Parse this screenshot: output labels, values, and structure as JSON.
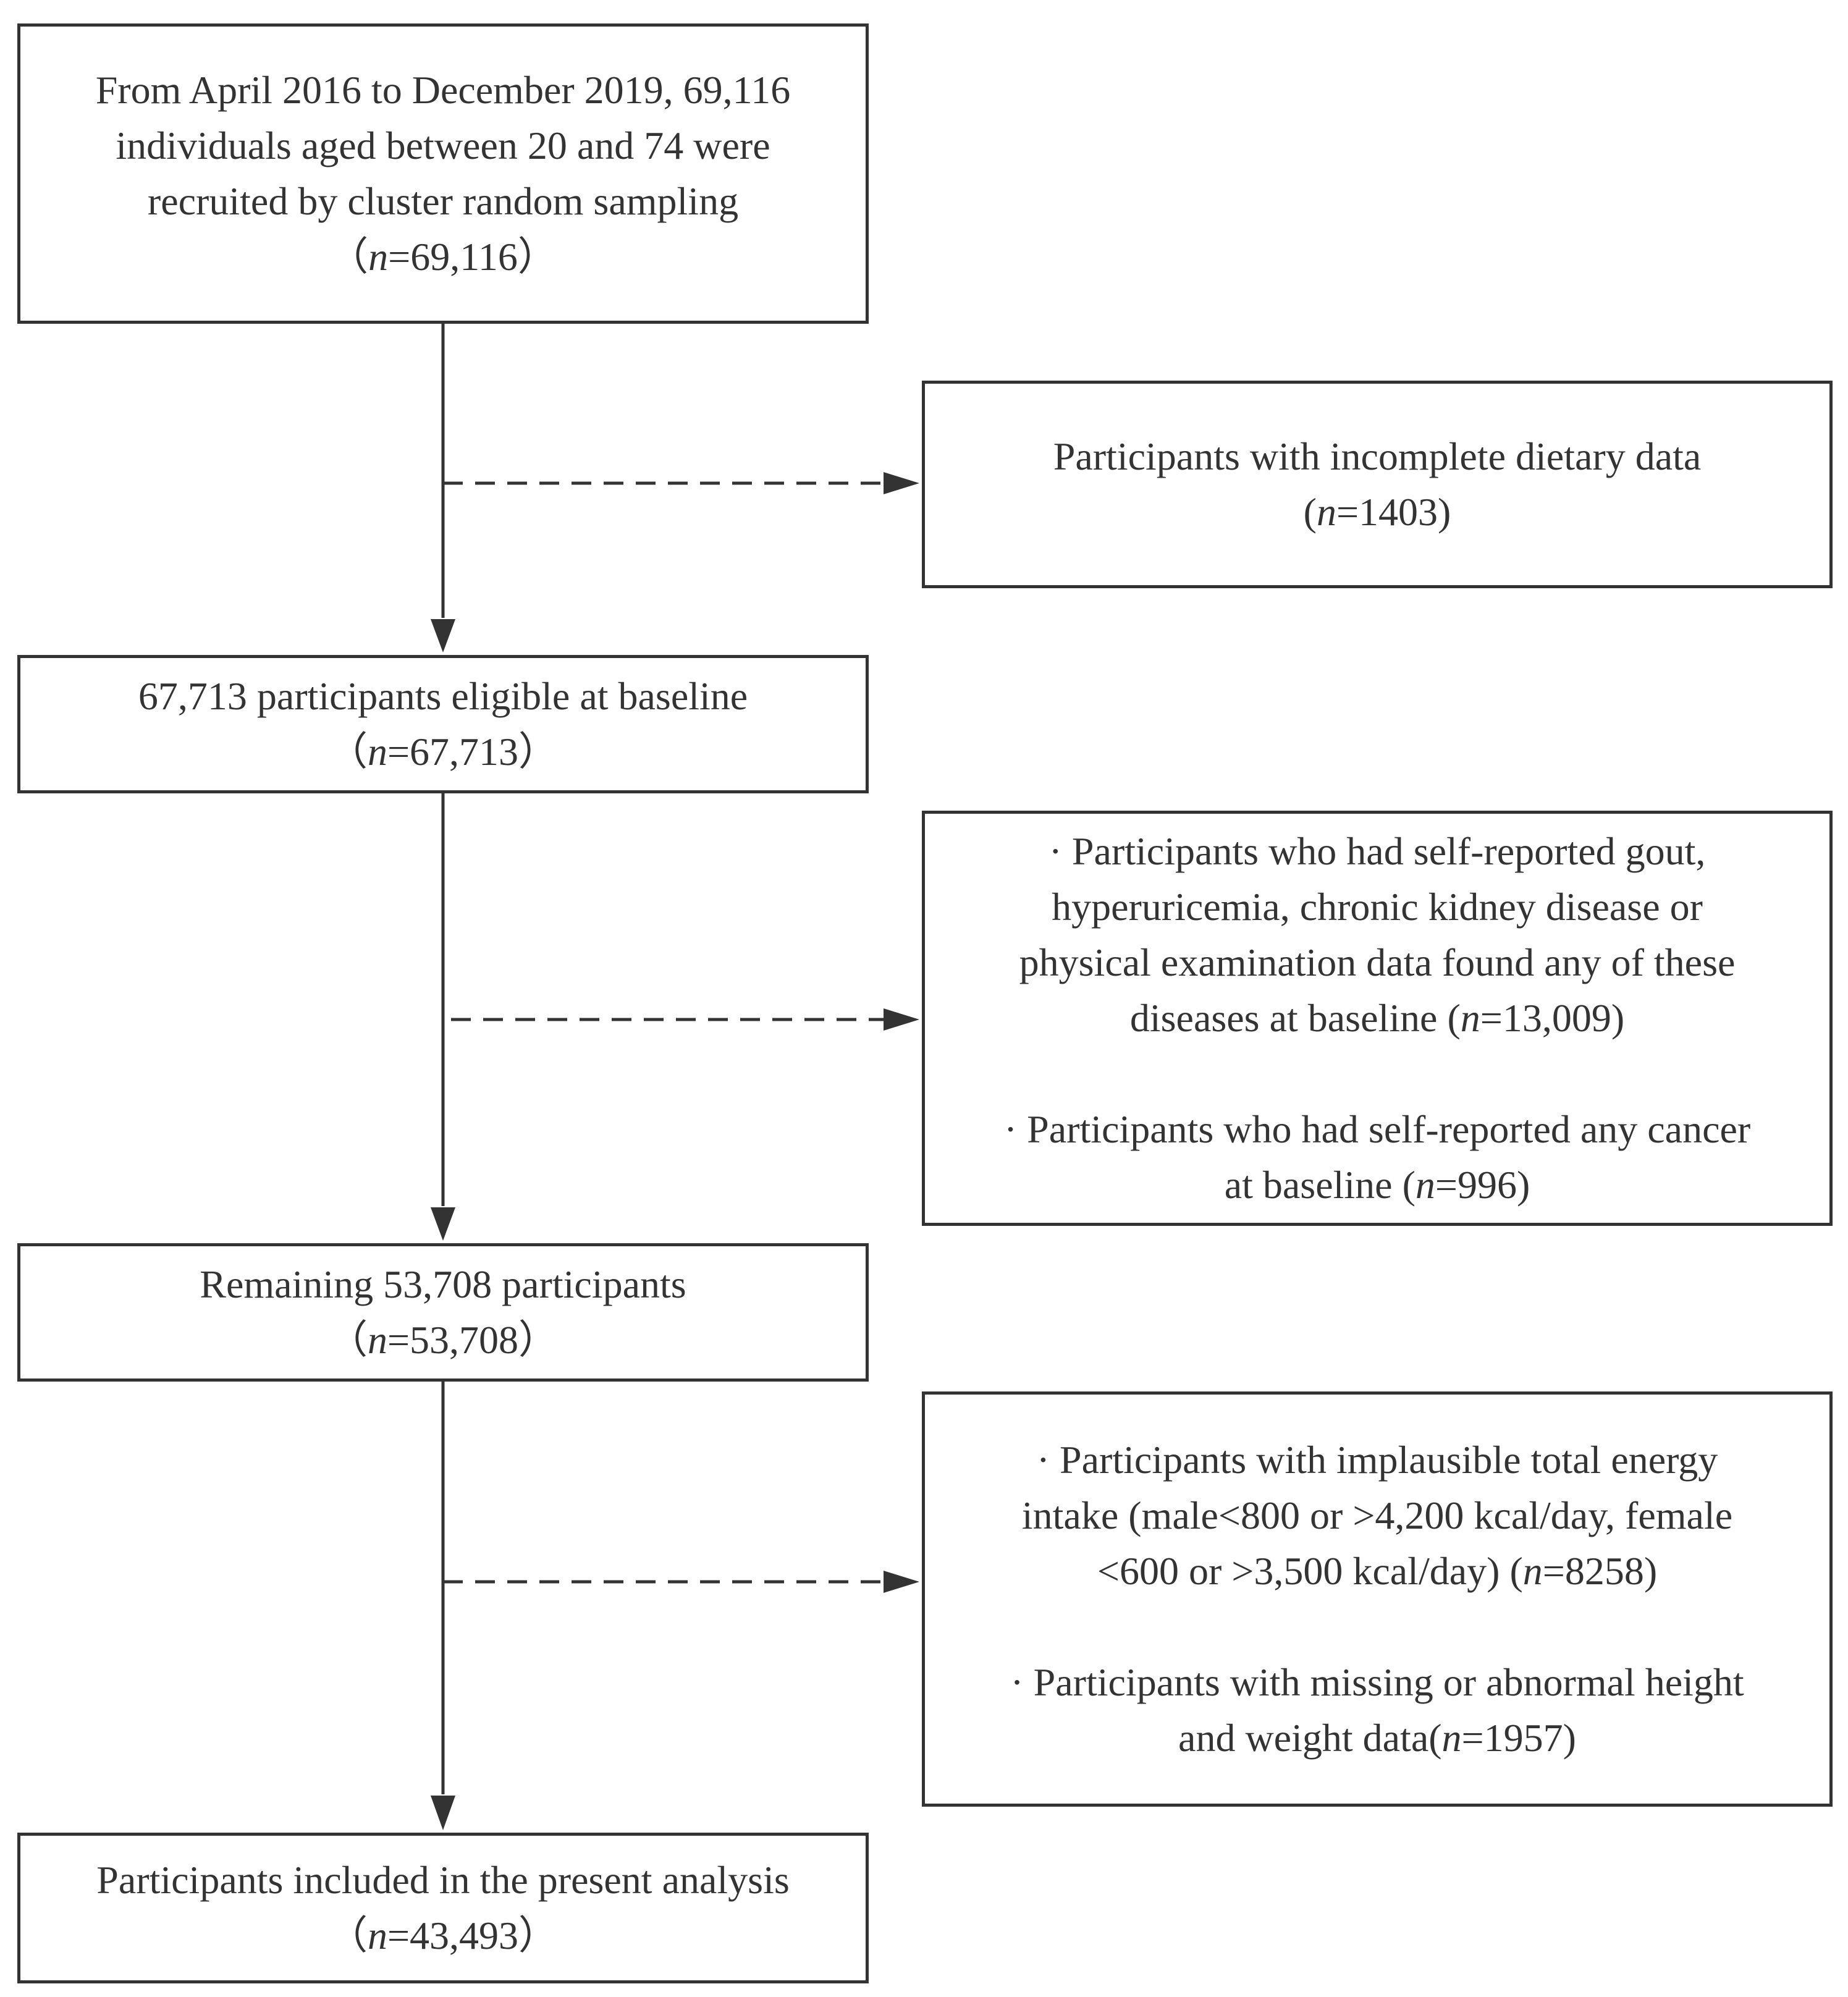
{
  "flowchart": {
    "boxes": {
      "recruited": {
        "lines": [
          "From April 2016 to December 2019, 69,116",
          "individuals aged between 20 and 74 were",
          "recruited by cluster random sampling"
        ],
        "open": "（",
        "n_label": "n",
        "n_value": "=69,116",
        "close": "）"
      },
      "eligible": {
        "lines": [
          "67,713 participants eligible at baseline"
        ],
        "open": "（",
        "n_label": "n",
        "n_value": "=67,713",
        "close": "）"
      },
      "remaining": {
        "lines": [
          "Remaining 53,708 participants"
        ],
        "open": "（",
        "n_label": "n",
        "n_value": "=53,708",
        "close": "）"
      },
      "included": {
        "lines": [
          "Participants included in the present analysis"
        ],
        "open": "（",
        "n_label": "n",
        "n_value": "=43,493",
        "close": "）"
      }
    },
    "exclusions": {
      "dietary": {
        "line1": "Participants with incomplete dietary data",
        "open": "(",
        "n_label": "n",
        "n_value": "=1403)"
      },
      "disease": {
        "item1": {
          "lines": [
            "· Participants who had self-reported gout,",
            "hyperuricemia, chronic kidney disease or",
            "physical examination data found any of these"
          ],
          "last_prefix": "diseases at baseline (",
          "n_label": "n",
          "n_value": "=13,009)"
        },
        "item2": {
          "lines": [
            "· Participants who had self-reported any cancer"
          ],
          "last_prefix": "at baseline (",
          "n_label": "n",
          "n_value": "=996)"
        }
      },
      "energy": {
        "item1": {
          "lines": [
            "· Participants with implausible total energy",
            "intake (male<800 or >4,200 kcal/day, female"
          ],
          "last_prefix": "<600 or >3,500 kcal/day) (",
          "n_label": "n",
          "n_value": "=8258)"
        },
        "item2": {
          "lines": [
            "· Participants with missing or abnormal height"
          ],
          "last_prefix": "and weight data(",
          "n_label": "n",
          "n_value": "=1957)"
        }
      }
    }
  },
  "colors": {
    "stroke": "#333333",
    "text": "#333333",
    "background": "#ffffff"
  }
}
